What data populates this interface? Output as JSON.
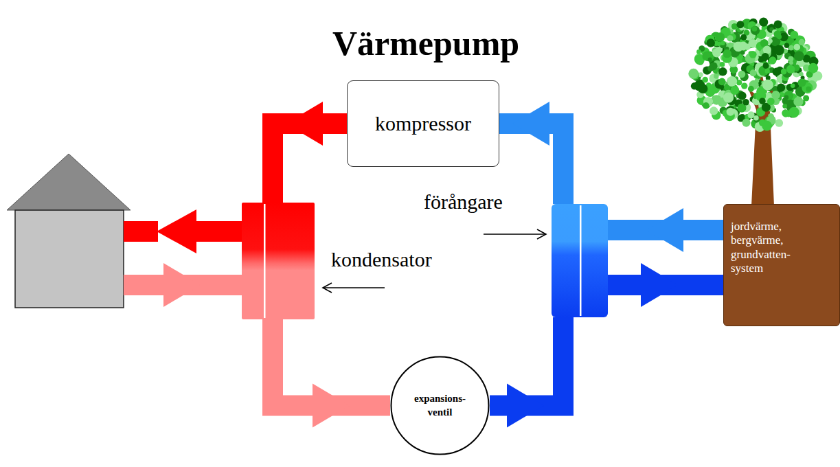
{
  "diagram": {
    "title": "Värmepump",
    "nodes": [
      {
        "text": [
          "kompressor"
        ]
      },
      {
        "text": [
          "förångare"
        ]
      },
      {
        "text": [
          "jordvärme, bergvärme, grundvatten- system"
        ]
      },
      {
        "text": [
          "kondensator"
        ]
      },
      {
        "text": [
          "expansions- ventil"
        ]
      }
    ],
    "edges": [
      {
        "from": 0,
        "to": 3,
        "arrow": "to"
      },
      {
        "from": 3,
        "to": 4,
        "arrow": "to"
      },
      {
        "from": 4,
        "to": 1,
        "arrow": "to"
      },
      {
        "from": 1,
        "to": 0,
        "arrow": "to"
      },
      {
        "from": 2,
        "to": 1,
        "arrow": "to"
      },
      {
        "from": 1,
        "to": 2,
        "arrow": "to"
      }
    ]
  }
}
